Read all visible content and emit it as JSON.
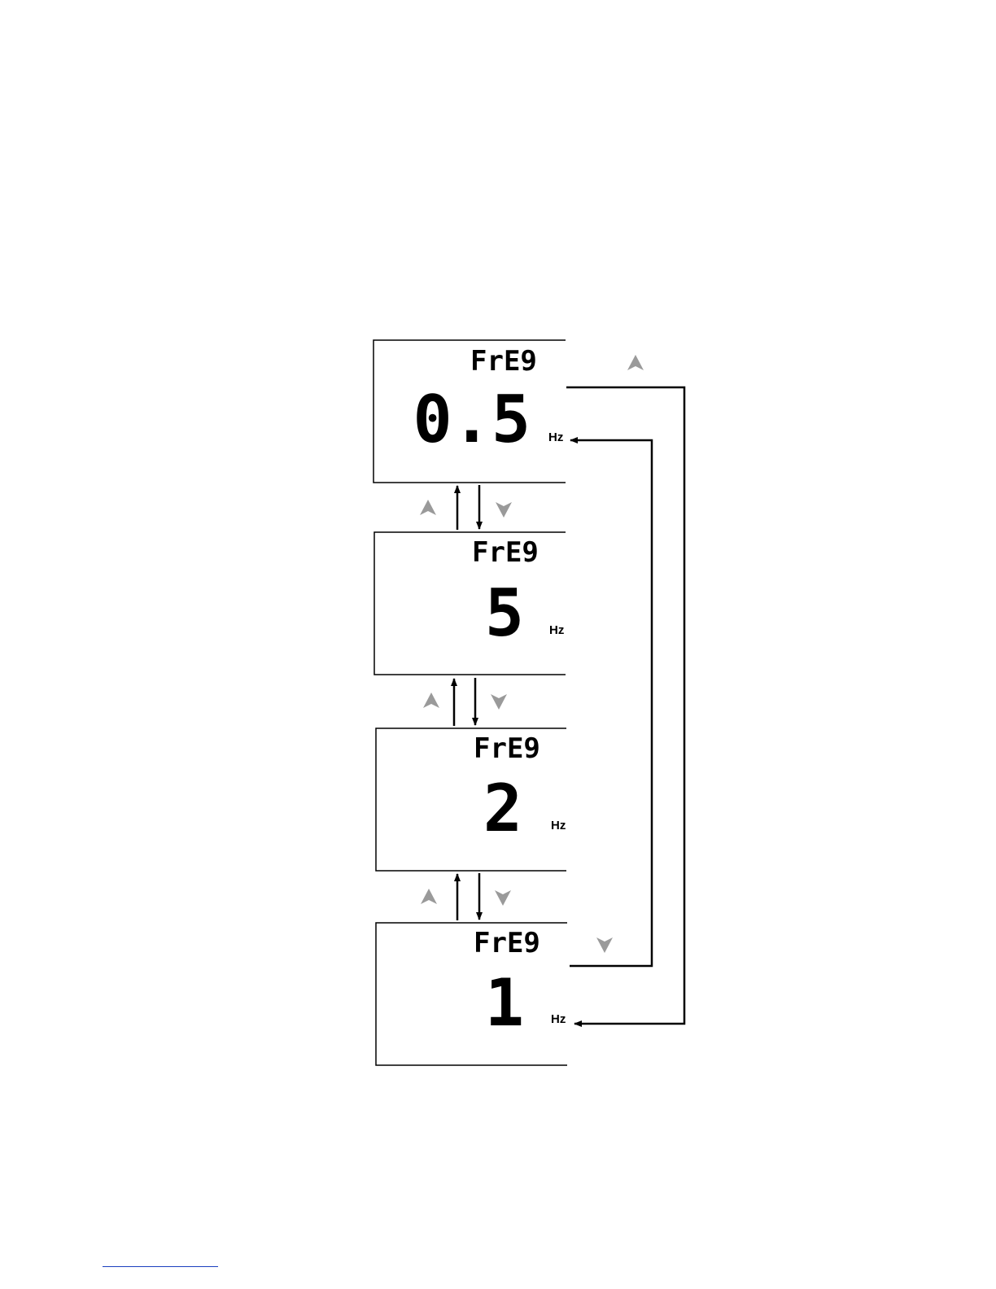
{
  "colors": {
    "button_arrow": "#9a9a9a",
    "line": "#000000",
    "footer_rule": "#1a3fbf"
  },
  "icons": {
    "up_button": "up-triangle-icon",
    "down_button": "down-triangle-icon"
  },
  "displays": [
    {
      "label": "FrE9",
      "value": "0.5",
      "unit": "Hz"
    },
    {
      "label": "FrE9",
      "value": "5",
      "unit": "Hz"
    },
    {
      "label": "FrE9",
      "value": "2",
      "unit": "Hz"
    },
    {
      "label": "FrE9",
      "value": "1",
      "unit": "Hz"
    }
  ]
}
